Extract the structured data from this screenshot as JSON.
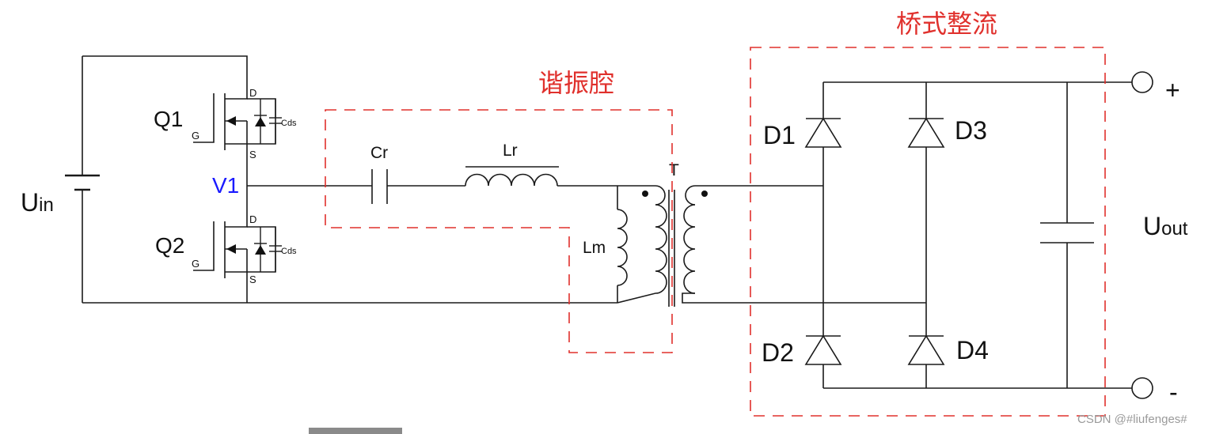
{
  "labels": {
    "uin_main": "U",
    "uin_sub": "in",
    "v1": "V1",
    "q1": "Q1",
    "q2": "Q2",
    "q1_gate": "G",
    "q2_gate": "G",
    "q1_drain": "D",
    "q1_source": "S",
    "q2_drain": "D",
    "q2_source": "S",
    "q1_cds": "Cds",
    "q2_cds": "Cds",
    "cr": "Cr",
    "lr": "Lr",
    "lm": "Lm",
    "t": "T",
    "d1": "D1",
    "d2": "D2",
    "d3": "D3",
    "d4": "D4",
    "uout_main": "U",
    "uout_sub": "out",
    "plus": "+",
    "minus": "-"
  },
  "regions": {
    "resonant": "谐振腔",
    "rectifier": "桥式整流"
  },
  "watermark": "CSDN @#liufenges#",
  "colors": {
    "wire": "#1a1a1a",
    "region_dash": "#e0302c",
    "node_label": "#1a1aff"
  }
}
